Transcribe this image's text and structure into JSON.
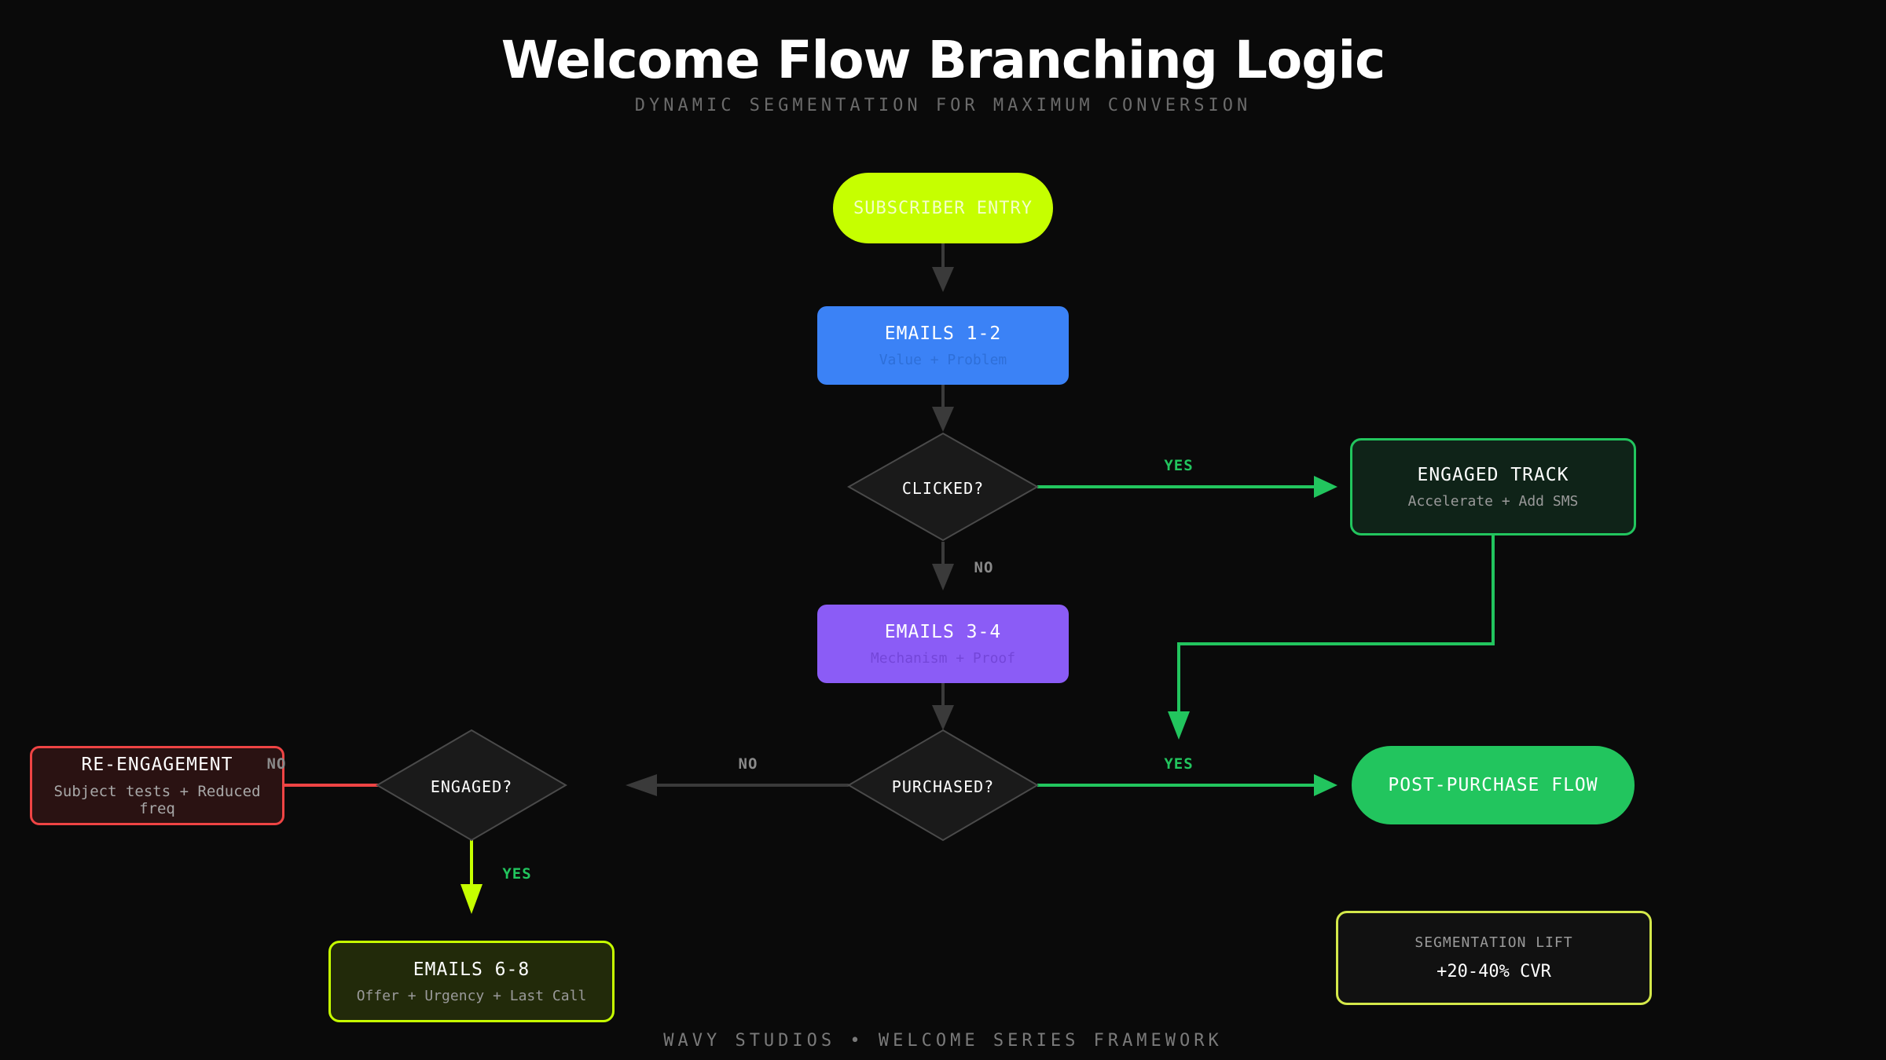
{
  "title": "Welcome Flow Branching Logic",
  "subtitle": "DYNAMIC SEGMENTATION FOR MAXIMUM CONVERSION",
  "footer": "WAVY STUDIOS • WELCOME SERIES FRAMEWORK",
  "nodes": {
    "entry": {
      "title": "SUBSCRIBER ENTRY"
    },
    "emails_1_2": {
      "title": "EMAILS 1-2",
      "subtitle": "Value + Problem"
    },
    "clicked": {
      "title": "CLICKED?"
    },
    "engaged_track": {
      "title": "ENGAGED TRACK",
      "subtitle": "Accelerate + Add SMS"
    },
    "emails_3_4": {
      "title": "EMAILS 3-4",
      "subtitle": "Mechanism + Proof"
    },
    "purchased": {
      "title": "PURCHASED?"
    },
    "post_purchase": {
      "title": "POST-PURCHASE FLOW"
    },
    "engaged": {
      "title": "ENGAGED?"
    },
    "re_engagement": {
      "title": "RE-ENGAGEMENT",
      "subtitle": "Subject tests + Reduced freq"
    },
    "emails_6_8": {
      "title": "EMAILS 6-8",
      "subtitle": "Offer + Urgency + Last Call"
    }
  },
  "edges": {
    "clicked_yes": "YES",
    "clicked_no": "NO",
    "purchased_yes": "YES",
    "purchased_no": "NO",
    "engaged_no": "NO",
    "engaged_yes": "YES"
  },
  "stat": {
    "label": "SEGMENTATION LIFT",
    "value": "+20-40% CVR"
  },
  "colors": {
    "background": "#0a0a0a",
    "lime": "#c6ff00",
    "blue": "#3b82f6",
    "purple": "#8b5cf6",
    "green": "#22c55e",
    "red": "#ef4444",
    "connector_gray": "#3a3a3a"
  }
}
